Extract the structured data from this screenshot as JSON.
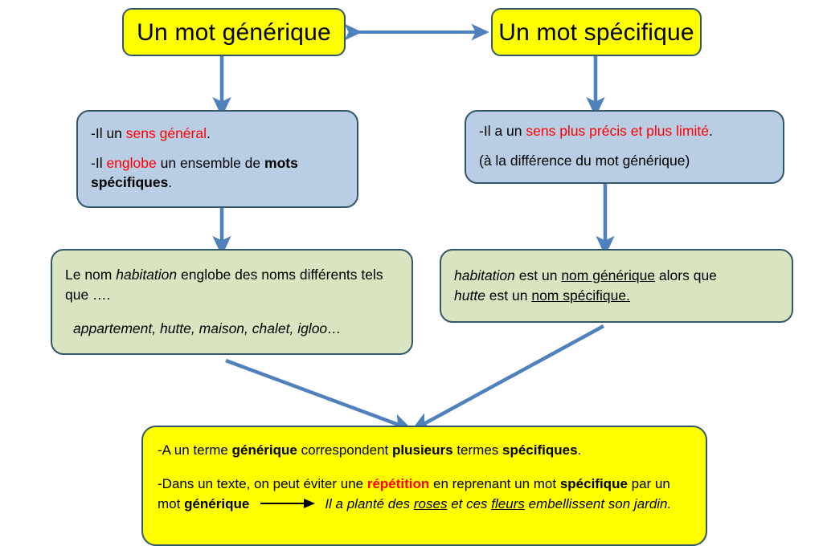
{
  "diagram": {
    "title": "Un mot generique / Un mot specifique",
    "colors": {
      "yellow": "#ffff00",
      "blue_fill": "#b9cde5",
      "green_fill": "#d9e5c0",
      "border": "#31576b",
      "arrow": "#4f81bd",
      "accent_red": "#ff0000"
    },
    "top_left_box": {
      "label": "Un mot générique"
    },
    "top_right_box": {
      "label": "Un mot spécifique"
    },
    "left_blue_box": {
      "line1_a": "-Il un ",
      "line1_red": "sens général",
      "line1_b": ".",
      "line2_a": "-Il ",
      "line2_red": "englobe",
      "line2_b": " un ensemble de ",
      "line2_bold": "mots spécifiques",
      "line2_c": "."
    },
    "right_blue_box": {
      "line1_a": "-Il a un ",
      "line1_red": "sens plus précis et plus limité",
      "line1_b": ".",
      "line2": "(à la différence du mot générique)"
    },
    "left_green_box": {
      "line1_a": "Le nom ",
      "line1_ital": "habitation",
      "line1_b": " englobe des noms différents tels que ….",
      "line2_ital": "appartement, hutte, maison, chalet, igloo…"
    },
    "right_green_box": {
      "line1_ital1": "habitation",
      "line1_a": " est un ",
      "line1_und1": "nom générique",
      "line1_b": " alors que ",
      "line2_ital2": "hutte",
      "line2_a": " est un ",
      "line2_und2": "nom spécifique."
    },
    "bottom_yellow_box": {
      "p1_a": "-A un terme ",
      "p1_bold1": "générique",
      "p1_b": " correspondent ",
      "p1_bold2": "plusieurs",
      "p1_c": " termes ",
      "p1_bold3": "spécifiques",
      "p1_d": ".",
      "p2_a": "-Dans un texte, on peut éviter une ",
      "p2_red": "répétition",
      "p2_b": " en reprenant un mot ",
      "p2_bold1": "spécifique",
      "p2_c": " par un mot ",
      "p2_bold2": "générique",
      "p2_example_a": "Il a planté des ",
      "p2_example_und1": "roses",
      "p2_example_b": " et ces ",
      "p2_example_und2": "fleurs",
      "p2_example_c": " embellissent son jardin."
    },
    "connectors": [
      {
        "name": "top-bidirectional-arrow",
        "from": "top_left_box",
        "to": "top_right_box",
        "style": "double-headed-horizontal"
      },
      {
        "name": "arrow-topleft-to-leftblue",
        "from": "top_left_box",
        "to": "left_blue_box",
        "style": "vertical-down"
      },
      {
        "name": "arrow-topright-to-rightblue",
        "from": "top_right_box",
        "to": "right_blue_box",
        "style": "vertical-down"
      },
      {
        "name": "arrow-leftblue-to-leftgreen",
        "from": "left_blue_box",
        "to": "left_green_box",
        "style": "vertical-down"
      },
      {
        "name": "arrow-rightblue-to-rightgreen",
        "from": "right_blue_box",
        "to": "right_green_box",
        "style": "vertical-down"
      },
      {
        "name": "arrow-leftgreen-to-bottom",
        "from": "left_green_box",
        "to": "bottom_yellow_box",
        "style": "diagonal-down-right"
      },
      {
        "name": "arrow-rightgreen-to-bottom",
        "from": "right_green_box",
        "to": "bottom_yellow_box",
        "style": "diagonal-down-left"
      }
    ]
  }
}
